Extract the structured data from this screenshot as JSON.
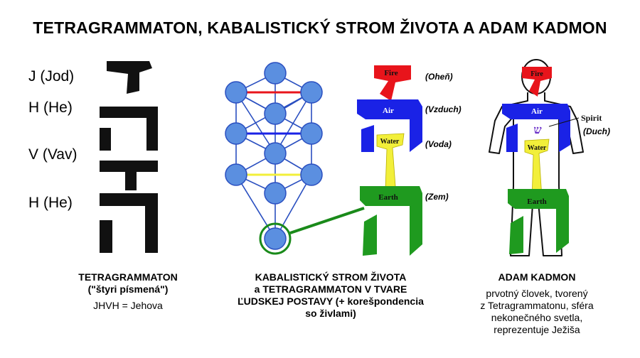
{
  "title": "TETRAGRAMMATON, KABALISTICKÝ STROM ŽIVOTA A ADAM KADMON",
  "letters": [
    {
      "label": "J (Jod)"
    },
    {
      "label": "H (He)"
    },
    {
      "label": "V (Vav)"
    },
    {
      "label": "H (He)"
    }
  ],
  "elements": {
    "fire": "Fire",
    "air": "Air",
    "water": "Water",
    "earth": "Earth"
  },
  "element_labels": {
    "fire": "(Oheň)",
    "air": "(Vzduch)",
    "water": "(Voda)",
    "earth": "(Zem)"
  },
  "spirit": {
    "word": "Spirit",
    "translation": "(Duch)",
    "glyph": "ש"
  },
  "captions": {
    "left": {
      "line1": "TETRAGRAMMATON",
      "line2": "(\"štyri písmená\")",
      "line3": "JHVH = Jehova"
    },
    "middle": {
      "line1": "KABALISTICKÝ STROM ŽIVOTA",
      "line2": "a TETRAGRAMMATON V TVARE",
      "line3": "ĽUDSKEJ POSTAVY (+ korešpondencia",
      "line4": "so živlami)"
    },
    "right": {
      "line1": "ADAM KADMON",
      "line2": "prvotný človek, tvorený",
      "line3": "z Tetragrammatonu, sféra",
      "line4": "nekonečného svetla,",
      "line5": "reprezentuje Ježiša"
    }
  },
  "colors": {
    "fire": "#e8141b",
    "air": "#1a22e6",
    "water": "#f2ef3a",
    "earth": "#1f9a1f",
    "sephira": "#5b8fe0",
    "connector": "#1a8a1a"
  }
}
